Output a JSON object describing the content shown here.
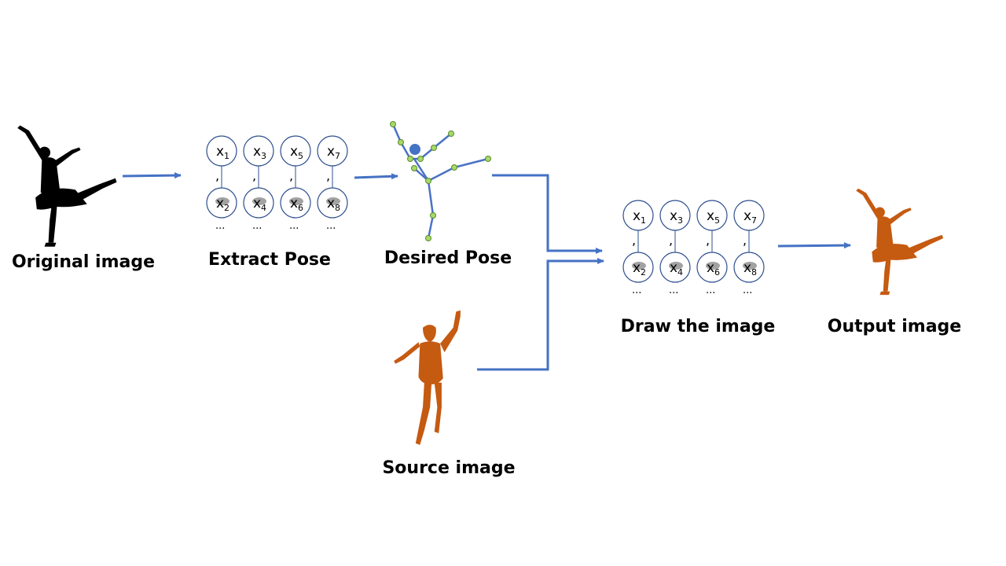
{
  "labels": {
    "original": "Original image",
    "extract": "Extract Pose",
    "desired": "Desired Pose",
    "source": "Source image",
    "draw": "Draw the image",
    "output": "Output image"
  },
  "grid_vars": {
    "top": [
      "x",
      "x",
      "x",
      "x"
    ],
    "top_subs": [
      "1",
      "3",
      "5",
      "7"
    ],
    "bottom": [
      "x",
      "x",
      "x",
      "x"
    ],
    "bottom_subs": [
      "2",
      "4",
      "6",
      "8"
    ],
    "ellipsis": "...",
    "comma": ","
  },
  "colors": {
    "arrow": "#4472c4",
    "silhouette_original": "#000000",
    "silhouette_source": "#c55a11",
    "silhouette_output": "#c55a11",
    "pose_bone": "#4a72c4",
    "pose_joint": "#a6d96a",
    "pose_head": "#4472c4"
  },
  "icons": {
    "original": "ballerina-silhouette-icon",
    "source": "dancer-silhouette-icon",
    "output": "ballerina-silhouette-icon"
  }
}
